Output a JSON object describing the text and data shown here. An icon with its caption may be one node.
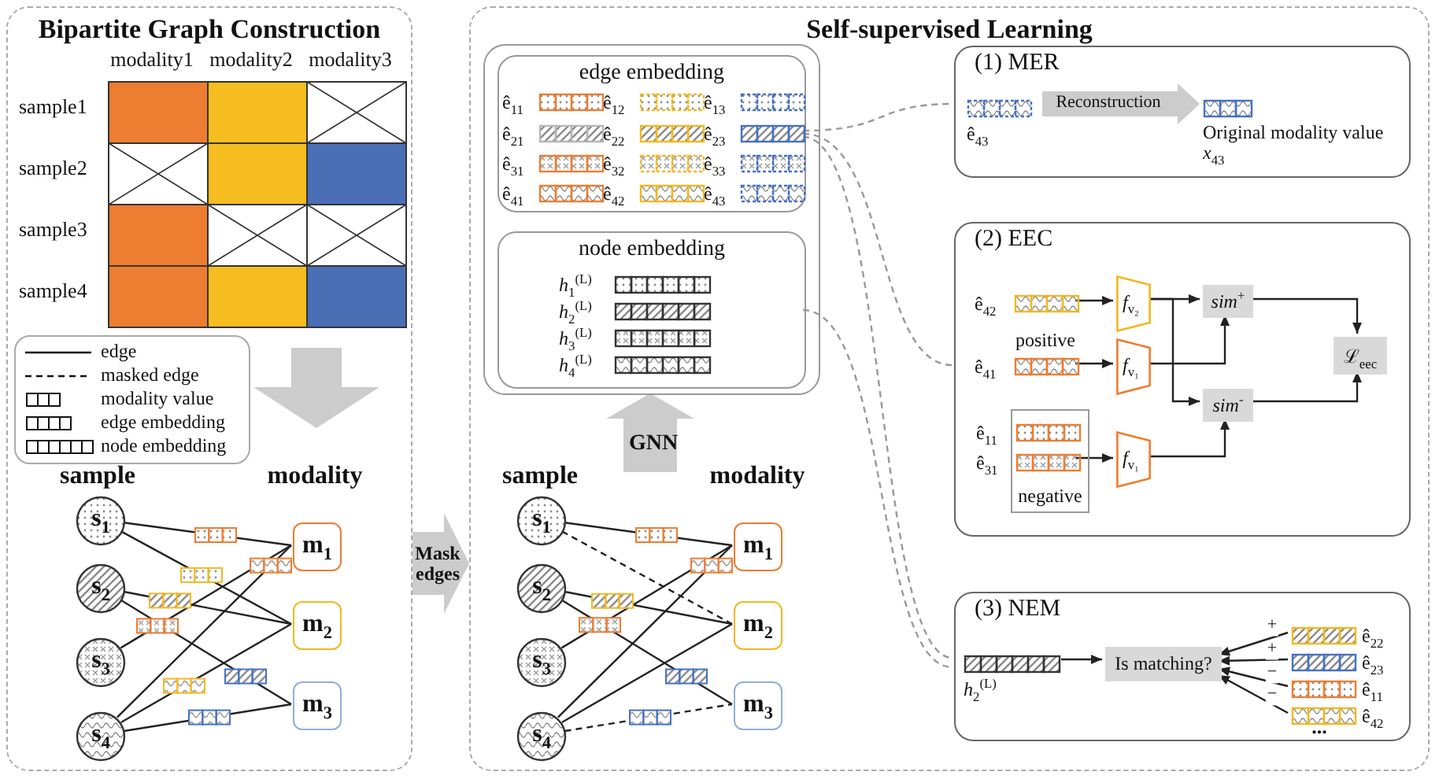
{
  "diagram": {
    "nodes": [
      {
        "text": [
          "Bipartite Graph Construction"
        ]
      },
      {
        "text": [
          "s$_{1}$"
        ],
        "in": 0
      },
      {
        "text": [
          "s$_{2}$"
        ],
        "in": 0
      },
      {
        "text": [
          "s$_{3}$"
        ],
        "in": 0
      },
      {
        "text": [
          "s$_{4}$"
        ],
        "in": 0
      },
      {
        "text": [
          "m$_{1}$"
        ],
        "in": 0
      },
      {
        "text": [
          "m$_{2}$"
        ],
        "in": 0
      },
      {
        "text": [
          "m$_{3}$"
        ],
        "in": 0
      },
      {
        "text": [
          "Self-supervised Learning"
        ]
      },
      {
        "text": [],
        "shape": "box",
        "in": 8
      },
      {
        "text": [
          "edge embedding"
        ],
        "in": 9
      },
      {
        "text": [
          "ê$_{11}$"
        ],
        "in": 10
      },
      {
        "text": [
          "ê$_{12}$"
        ],
        "in": 10
      },
      {
        "text": [
          "ê$_{13}$"
        ],
        "in": 10
      },
      {
        "text": [
          "ê$_{21}$"
        ],
        "in": 10
      },
      {
        "text": [
          "ê$_{22}$"
        ],
        "in": 10
      },
      {
        "text": [
          "ê$_{23}$"
        ],
        "in": 10
      },
      {
        "text": [
          "ê$_{31}$"
        ],
        "in": 10
      },
      {
        "text": [
          "ê$_{32}$"
        ],
        "in": 10
      },
      {
        "text": [
          "ê$_{33}$"
        ],
        "in": 10
      },
      {
        "text": [
          "ê$_{41}$"
        ],
        "in": 10
      },
      {
        "text": [
          "ê$_{42}$"
        ],
        "in": 10
      },
      {
        "text": [
          "ê$_{43}$"
        ],
        "in": 10
      },
      {
        "text": [
          "node embedding"
        ],
        "in": 9
      },
      {
        "text": [
          "*h*$_{1}$$^{(L)}$"
        ],
        "in": 23
      },
      {
        "text": [
          "*h*$_{2}$$^{(L)}$"
        ],
        "in": 23
      },
      {
        "text": [
          "*h*$_{3}$$^{(L)}$"
        ],
        "in": 23
      },
      {
        "text": [
          "*h*$_{4}$$^{(L)}$"
        ],
        "in": 23
      },
      {
        "text": [
          "s$_{1}$"
        ],
        "in": 8
      },
      {
        "text": [
          "s$_{2}$"
        ],
        "in": 8
      },
      {
        "text": [
          "s$_{3}$"
        ],
        "in": 8
      },
      {
        "text": [
          "s$_{4}$"
        ],
        "in": 8
      },
      {
        "text": [
          "m$_{1}$"
        ],
        "in": 8
      },
      {
        "text": [
          "m$_{2}$"
        ],
        "in": 8
      },
      {
        "text": [
          "m$_{3}$"
        ],
        "in": 8
      },
      {
        "text": [
          "(1) MER"
        ],
        "in": 8
      },
      {
        "text": [
          "ê$_{43}$"
        ],
        "in": 35
      },
      {
        "text": [
          "Original modality value *x*$_{43}$"
        ],
        "in": 35
      },
      {
        "text": [
          "(2) EEC"
        ],
        "in": 8
      },
      {
        "text": [
          "ê$_{42}$"
        ],
        "in": 38
      },
      {
        "text": [
          "ê$_{41}$"
        ],
        "in": 38,
        "beside": [
          "positive"
        ]
      },
      {
        "text": [
          "negative"
        ],
        "in": 38
      },
      {
        "text": [
          "ê$_{11}$"
        ],
        "in": 41
      },
      {
        "text": [
          "ê$_{31}$"
        ],
        "in": 41
      },
      {
        "text": [
          "*f*$_{v₂}$"
        ],
        "in": 38
      },
      {
        "text": [
          "*f*$_{v₁}$"
        ],
        "in": 38
      },
      {
        "text": [
          "*f*$_{v₁}$"
        ],
        "in": 38
      },
      {
        "text": [
          "*sim*$^{+}$"
        ],
        "in": 38
      },
      {
        "text": [
          "*sim*$^{-}$"
        ],
        "in": 38
      },
      {
        "text": [
          "ℒ$_{eec}$"
        ],
        "in": 38
      },
      {
        "text": [
          "(3) NEM"
        ],
        "in": 8
      },
      {
        "text": [
          "*h*$_{2}$$^{(L)}$"
        ],
        "in": 50
      },
      {
        "text": [
          "Is matching?"
        ],
        "in": 50
      },
      {
        "text": [
          "ê$_{22}$"
        ],
        "in": 50
      },
      {
        "text": [
          "ê$_{23}$"
        ],
        "in": 50
      },
      {
        "text": [
          "ê$_{11}$"
        ],
        "in": 50
      },
      {
        "text": [
          "ê$_{42}$"
        ],
        "in": 50
      }
    ],
    "edges": [
      {
        "from": 1,
        "to": 5,
        "arrow": "none"
      },
      {
        "from": 1,
        "to": 6,
        "arrow": "none"
      },
      {
        "from": 2,
        "to": 6,
        "arrow": "none"
      },
      {
        "from": 2,
        "to": 7,
        "arrow": "none"
      },
      {
        "from": 3,
        "to": 5,
        "arrow": "none"
      },
      {
        "from": 4,
        "to": 5,
        "arrow": "none"
      },
      {
        "from": 4,
        "to": 6,
        "arrow": "none"
      },
      {
        "from": 4,
        "to": 7,
        "arrow": "none"
      },
      {
        "from": 0,
        "to": 8,
        "arrow": "to",
        "label": "Mask edges",
        "style": "thick",
        "color": "#cccccc"
      },
      {
        "from": 28,
        "to": 32,
        "arrow": "none"
      },
      {
        "from": 28,
        "to": 33,
        "arrow": "none",
        "style": "dashed"
      },
      {
        "from": 29,
        "to": 33,
        "arrow": "none"
      },
      {
        "from": 29,
        "to": 34,
        "arrow": "none"
      },
      {
        "from": 30,
        "to": 32,
        "arrow": "none"
      },
      {
        "from": 31,
        "to": 32,
        "arrow": "none"
      },
      {
        "from": 31,
        "to": 33,
        "arrow": "none"
      },
      {
        "from": 31,
        "to": 34,
        "arrow": "none",
        "style": "dashed"
      },
      {
        "from": null,
        "to": 9,
        "arrow": "to",
        "label": "GNN",
        "style": "thick",
        "color": "#cccccc"
      },
      {
        "from": 10,
        "to": 35,
        "arrow": "none",
        "style": "dashed",
        "color": "#999999"
      },
      {
        "from": 10,
        "to": 38,
        "arrow": "none",
        "style": "dashed",
        "color": "#999999"
      },
      {
        "from": 10,
        "to": 50,
        "arrow": "none",
        "style": "dashed",
        "color": "#999999"
      },
      {
        "from": 23,
        "to": 50,
        "arrow": "none",
        "style": "dashed",
        "color": "#999999"
      },
      {
        "from": 36,
        "to": 37,
        "arrow": "to",
        "label": "Reconstruction",
        "style": "thick",
        "color": "#cccccc"
      },
      {
        "from": 39,
        "to": 44,
        "arrow": "to"
      },
      {
        "from": 40,
        "to": 45,
        "arrow": "to"
      },
      {
        "from": 43,
        "to": 46,
        "arrow": "to"
      },
      {
        "from": 44,
        "to": 47,
        "arrow": "to"
      },
      {
        "from": 44,
        "to": 48,
        "arrow": "to"
      },
      {
        "from": 45,
        "to": 47,
        "arrow": "to"
      },
      {
        "from": 46,
        "to": 48,
        "arrow": "to"
      },
      {
        "from": 47,
        "to": 49,
        "arrow": "to"
      },
      {
        "from": 48,
        "to": 49,
        "arrow": "to"
      },
      {
        "from": 51,
        "to": 52,
        "arrow": "to"
      },
      {
        "from": 53,
        "to": 52,
        "arrow": "to",
        "label": "+"
      },
      {
        "from": 54,
        "to": 52,
        "arrow": "to",
        "label": "+"
      },
      {
        "from": 55,
        "to": 52,
        "arrow": "to",
        "label": "−"
      },
      {
        "from": 56,
        "to": 52,
        "arrow": "to",
        "label": "−"
      }
    ],
    "labels": [
      "modality1",
      "modality2",
      "modality3",
      "sample1",
      "sample2",
      "sample3",
      "sample4",
      "sample",
      "modality",
      "sample",
      "modality",
      "..."
    ],
    "legend": [
      {
        "text": "edge"
      },
      {
        "text": "masked edge"
      },
      {
        "text": "modality value"
      },
      {
        "text": "edge embedding"
      },
      {
        "text": "node embedding"
      }
    ]
  }
}
